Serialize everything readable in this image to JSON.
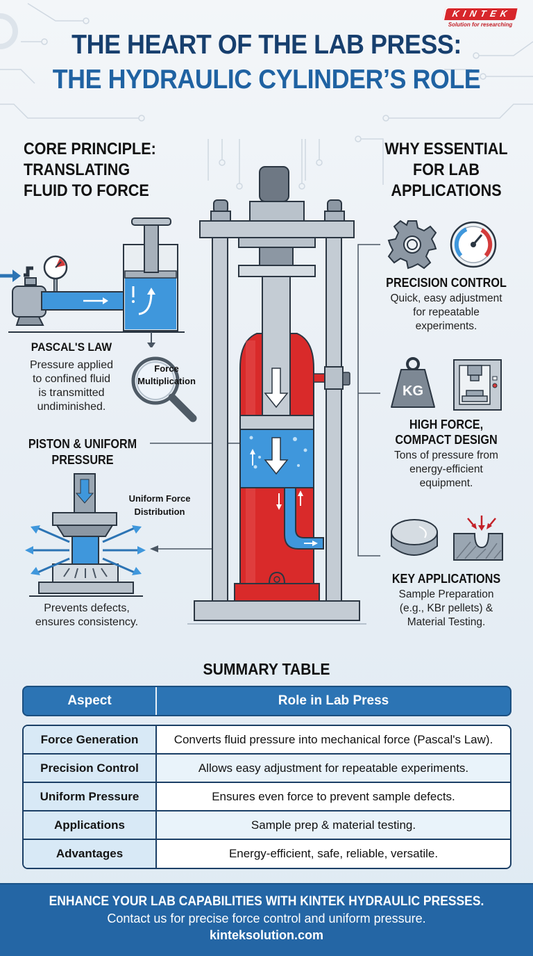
{
  "brand": {
    "logo_text": "KINTEK",
    "tagline": "Solution for researching",
    "colors": {
      "red": "#d7262b",
      "navy": "#173f6e",
      "blue": "#1f62a2",
      "table_blue": "#2c74b4",
      "fluid_blue": "#3f97dc",
      "cylinder_red": "#d92a2a"
    }
  },
  "header": {
    "title_line1": "THE HEART OF THE LAB PRESS:",
    "title_line2": "THE HYDRAULIC CYLINDER’S ROLE"
  },
  "left": {
    "heading": [
      "CORE PRINCIPLE:",
      "TRANSLATING",
      "FLUID TO FORCE"
    ],
    "pascal": {
      "title": "PASCAL'S LAW",
      "text": [
        "Pressure applied",
        "to confined fluid",
        "is transmitted",
        "undiminished."
      ]
    },
    "magnifier_label": [
      "Force",
      "Multiplication"
    ],
    "piston": {
      "title": [
        "PISTON & UNIFORM",
        "PRESSURE"
      ],
      "distribution_label": [
        "Uniform Force",
        "Distribution"
      ],
      "caption": [
        "Prevents defects,",
        "ensures consistency."
      ]
    }
  },
  "right": {
    "heading": [
      "WHY ESSENTIAL",
      "FOR LAB",
      "APPLICATIONS"
    ],
    "features": [
      {
        "title": [
          "PRECISION CONTROL"
        ],
        "text": [
          "Quick, easy adjustment",
          "for repeatable",
          "experiments."
        ],
        "icons": [
          "gear-icon",
          "gauge-icon"
        ]
      },
      {
        "title": [
          "HIGH FORCE,",
          "COMPACT DESIGN"
        ],
        "text": [
          "Tons of pressure from",
          "energy-efficient",
          "equipment."
        ],
        "icons": [
          "kg-weight-icon",
          "press-machine-icon"
        ],
        "weight_label": "KG"
      },
      {
        "title": [
          "KEY APPLICATIONS"
        ],
        "text": [
          "Sample Preparation",
          "(e.g., KBr pellets) &",
          "Material Testing."
        ],
        "icons": [
          "pellet-icon",
          "material-indent-icon"
        ]
      }
    ]
  },
  "summary": {
    "title": "SUMMARY TABLE",
    "headers": [
      "Aspect",
      "Role in Lab Press"
    ],
    "rows": [
      [
        "Force Generation",
        "Converts fluid pressure into mechanical force (Pascal's Law)."
      ],
      [
        "Precision Control",
        "Allows easy adjustment for repeatable experiments."
      ],
      [
        "Uniform Pressure",
        "Ensures even force to prevent sample defects."
      ],
      [
        "Applications",
        "Sample prep & material testing."
      ],
      [
        "Advantages",
        "Energy-efficient, safe, reliable, versatile."
      ]
    ]
  },
  "footer": {
    "headline": "ENHANCE YOUR LAB CAPABILITIES WITH KINTEK HYDRAULIC PRESSES.",
    "subline": "Contact us for precise force control and uniform pressure.",
    "website": "kinteksolution.com"
  }
}
